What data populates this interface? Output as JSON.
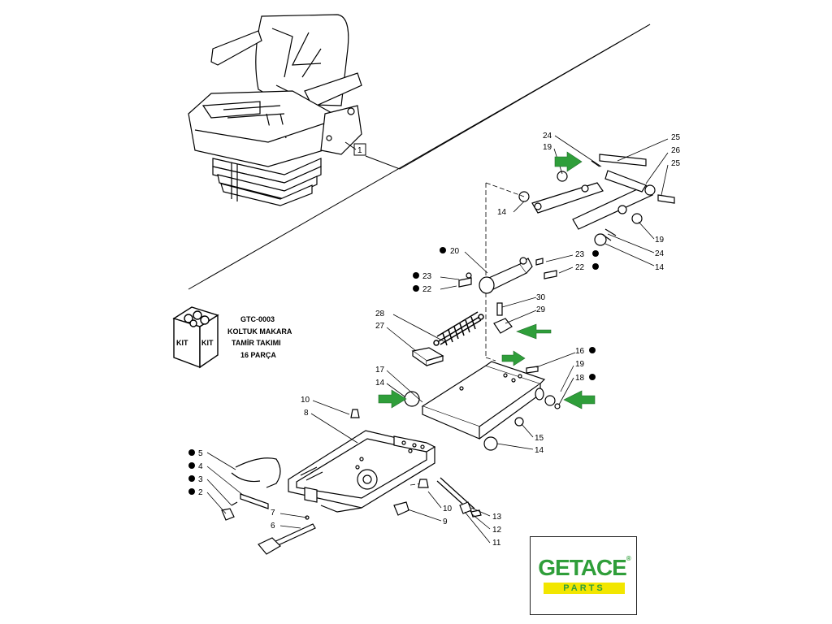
{
  "kit": {
    "badge_left": "KIT",
    "badge_right": "KIT",
    "code": "GTC-0003",
    "line1": "KOLTUK MAKARA",
    "line2": "TAMİR TAKIMI",
    "line3": "16 PARÇA"
  },
  "logo": {
    "main": "GETACE",
    "sub": "PARTS",
    "mark": "®",
    "colors": {
      "main": "#2f9e3a",
      "bar": "#f2e600"
    }
  },
  "callouts": {
    "c1": "1",
    "c2": "2",
    "c3": "3",
    "c4": "4",
    "c5": "5",
    "c6": "6",
    "c7": "7",
    "c8": "8",
    "c9": "9",
    "c10a": "10",
    "c10b": "10",
    "c11": "11",
    "c12": "12",
    "c13": "13",
    "c14a": "14",
    "c14b": "14",
    "c14c": "14",
    "c14d": "14",
    "c15": "15",
    "c16": "16",
    "c17": "17",
    "c18": "18",
    "c19a": "19",
    "c19b": "19",
    "c19c": "19",
    "c20": "20",
    "c22a": "22",
    "c22b": "22",
    "c23a": "23",
    "c23b": "23",
    "c24a": "24",
    "c24b": "24",
    "c25a": "25",
    "c25b": "25",
    "c26": "26",
    "c27": "27",
    "c28": "28",
    "c29": "29",
    "c30": "30"
  },
  "arrow_color": "#2f9e3a"
}
